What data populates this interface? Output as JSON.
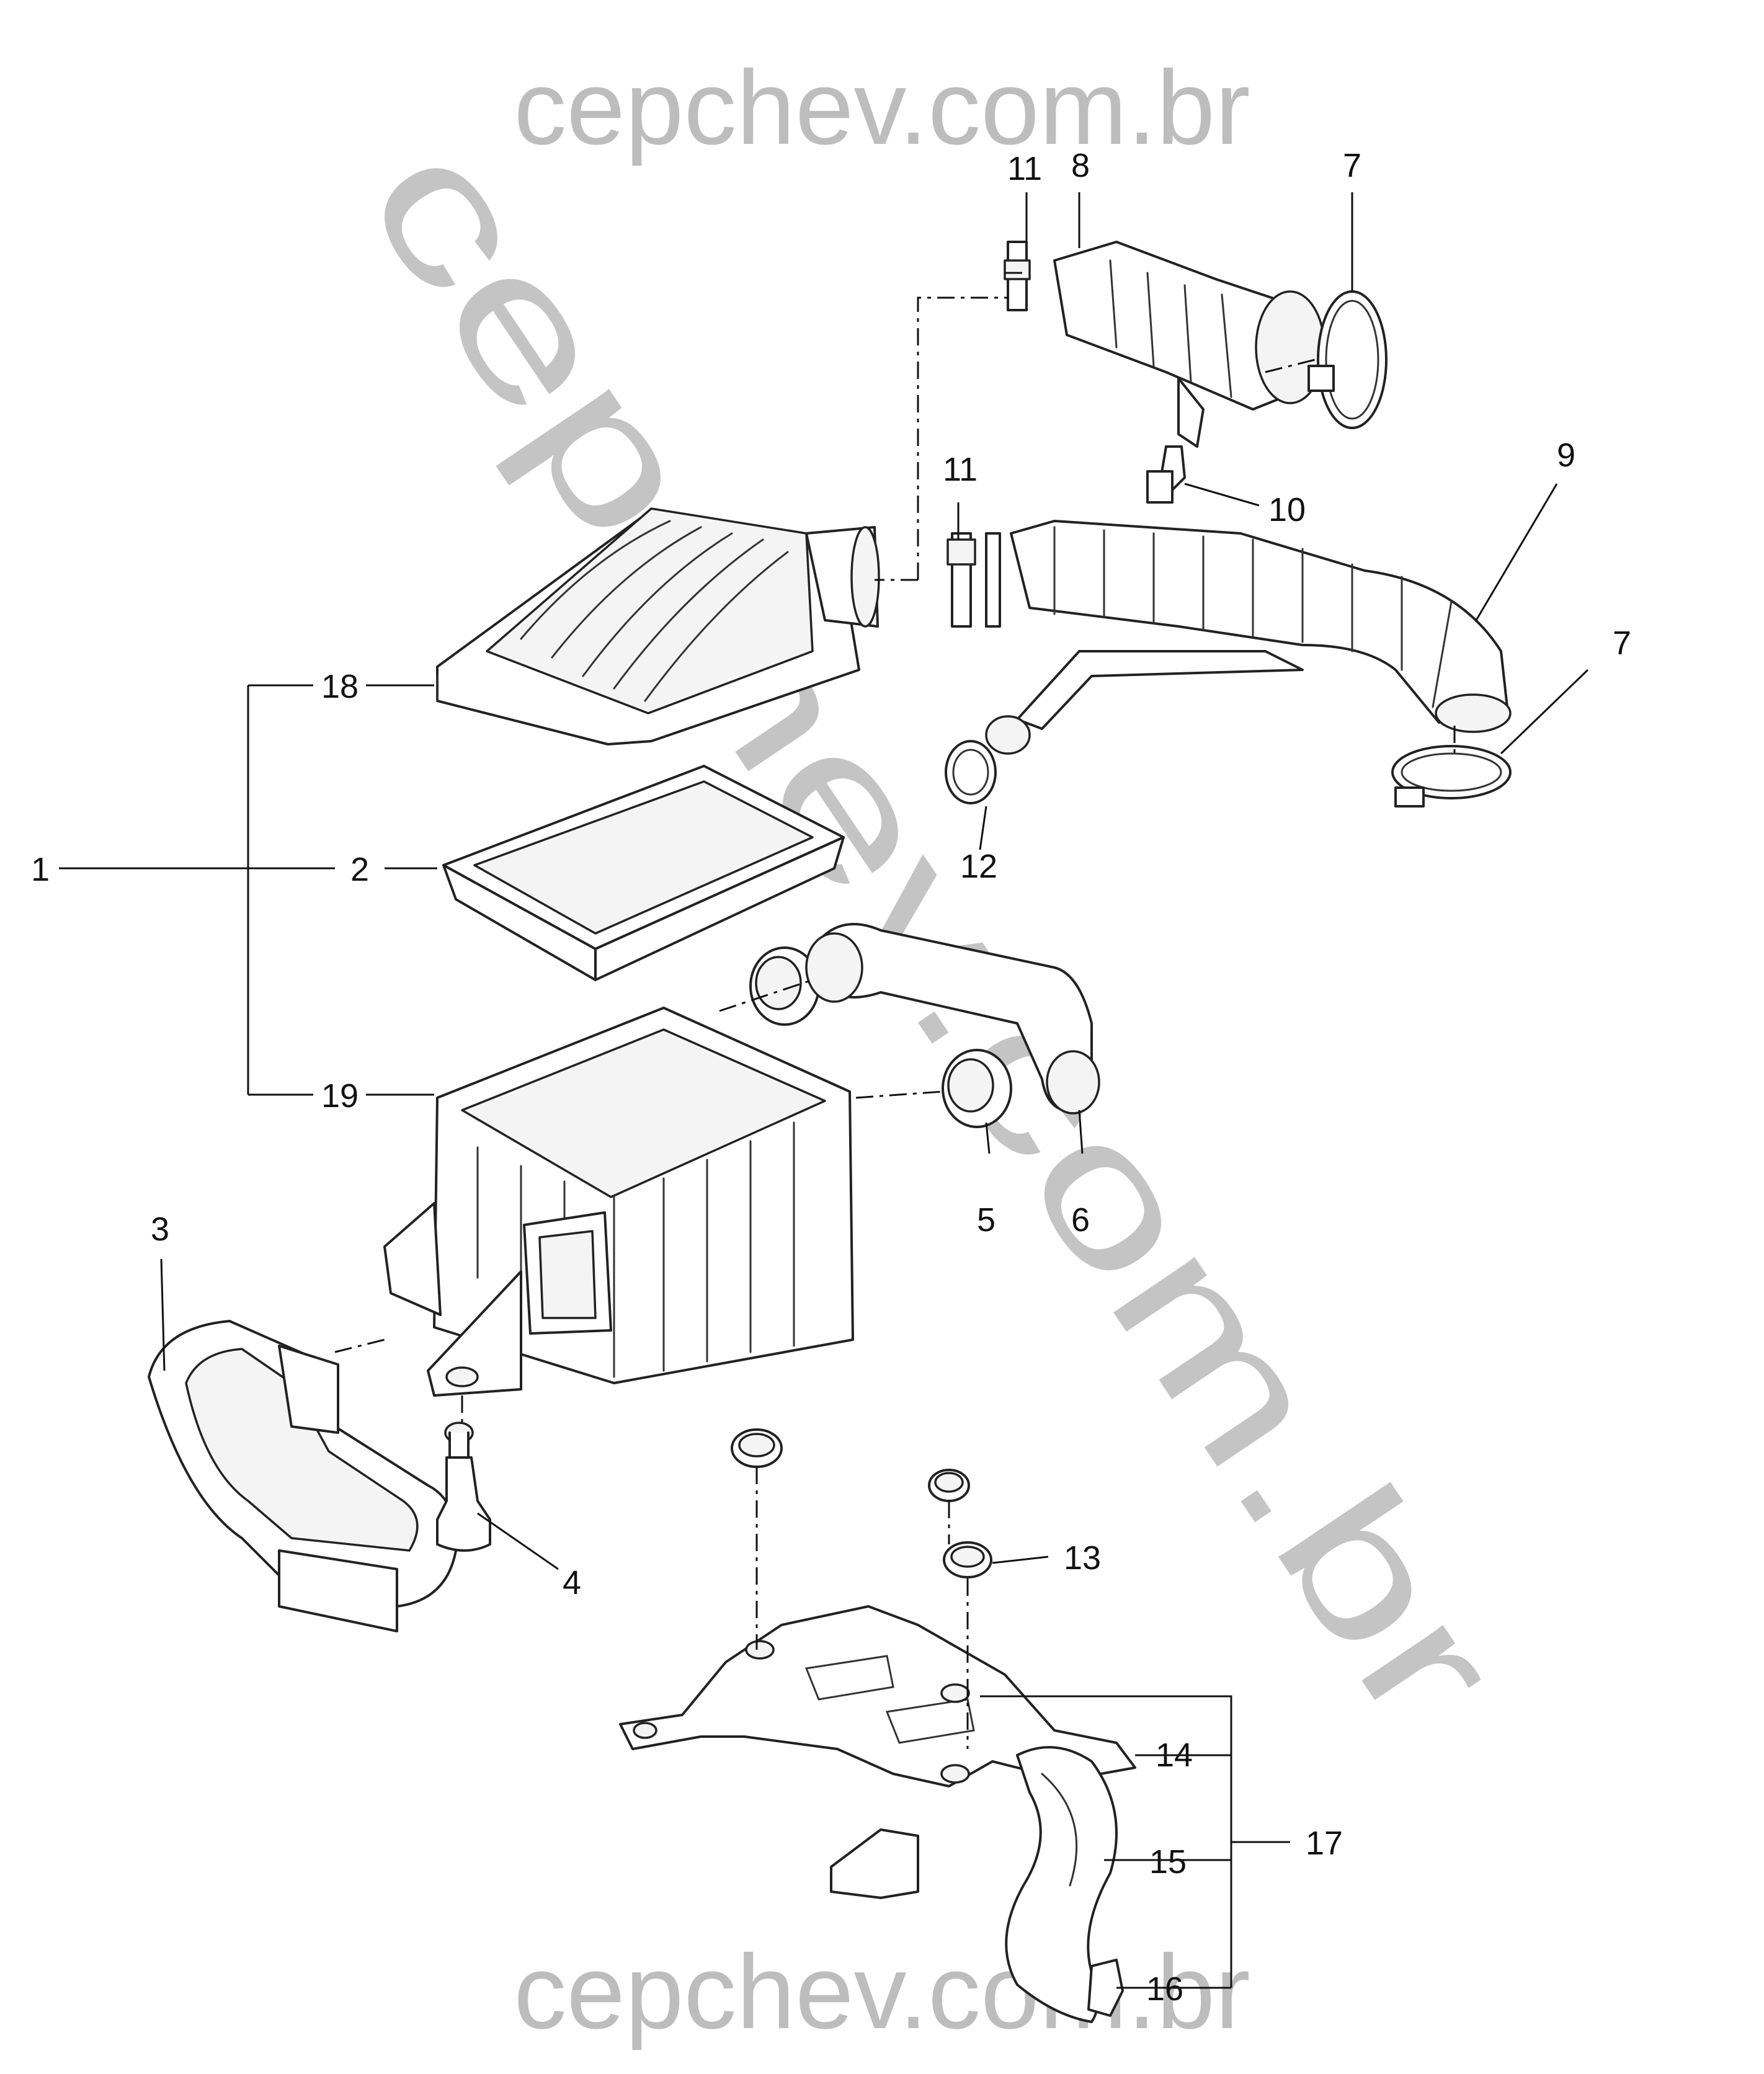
{
  "watermarks": {
    "top": "cepchev.com.br",
    "bottom": "cepchev.com.br",
    "diagonal": "cepchev.com.br"
  },
  "callouts": {
    "c1": "1",
    "c2": "2",
    "c3": "3",
    "c4": "4",
    "c5": "5",
    "c6": "6",
    "c7a": "7",
    "c7b": "7",
    "c8": "8",
    "c9": "9",
    "c10": "10",
    "c11a": "11",
    "c11b": "11",
    "c12": "12",
    "c13": "13",
    "c14": "14",
    "c15": "15",
    "c16": "16",
    "c17": "17",
    "c18": "18",
    "c19": "19"
  },
  "colors": {
    "linework": "#222222",
    "watermark": "#bdbdbd",
    "background": "#ffffff"
  }
}
